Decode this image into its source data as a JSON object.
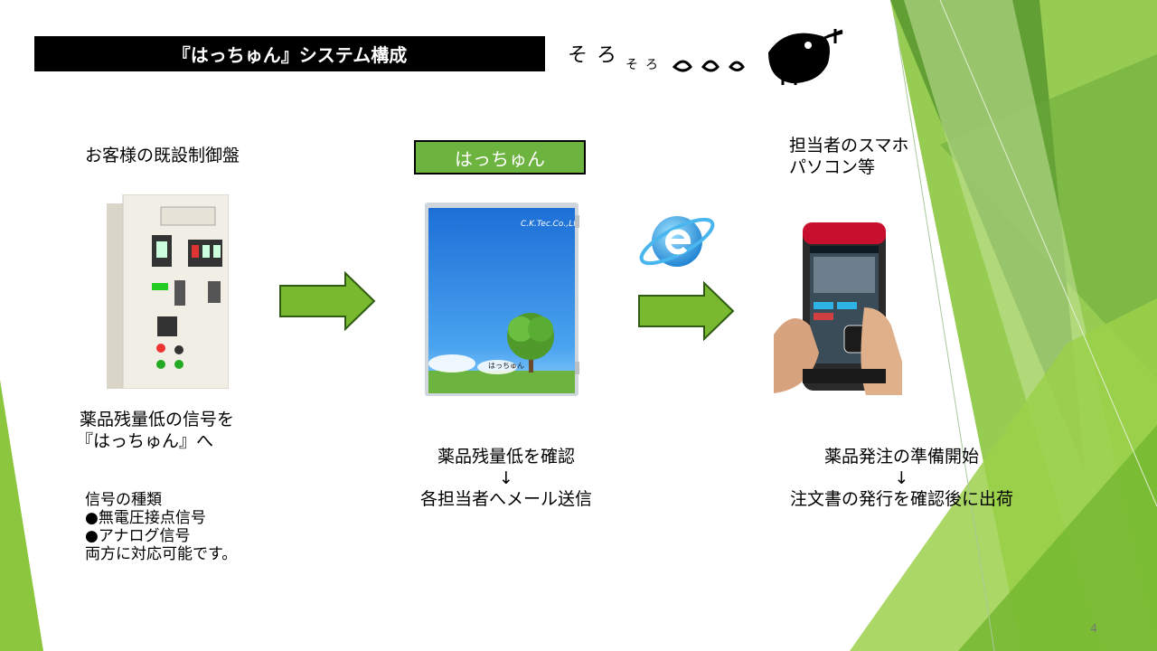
{
  "slide": {
    "title": "『はっちゅん』システム構成",
    "page_number": "4",
    "logo_text": [
      "そ",
      "ろ",
      "そ",
      "ろ"
    ]
  },
  "left": {
    "heading": "お客様の既設制御盤",
    "caption_lines": [
      "薬品残量低の信号を",
      "『はっちゅん』へ"
    ],
    "signal_lines": [
      "信号の種類",
      "●無電圧接点信号",
      "●アナログ信号",
      "両方に対応可能です。"
    ]
  },
  "center": {
    "label": "はっちゅん",
    "device_brand": "C.K.Tec.Co.,Ltd",
    "device_mark": "はっちゅん",
    "caption_lines": [
      "薬品残量低を確認",
      "↓",
      "各担当者へメール送信"
    ]
  },
  "right": {
    "heading_lines": [
      "担当者のスマホ",
      "パソコン等"
    ],
    "caption_lines": [
      "薬品発注の準備開始",
      "↓",
      "注文書の発行を確認後に出荷"
    ]
  },
  "colors": {
    "accent_green": "#6db33f",
    "arrow_green": "#79b92f",
    "dark_green": "#4f8f2a",
    "light_green": "#b7da7c"
  }
}
